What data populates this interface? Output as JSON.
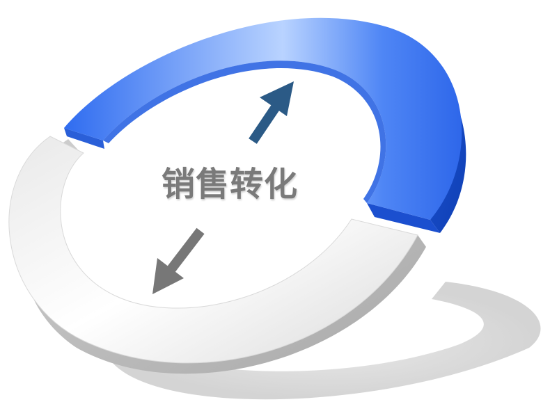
{
  "diagram": {
    "center_label": "销售转化",
    "arc_top": {
      "color": "#3a74ee",
      "highlight": "#b9d3ff",
      "meaning": ""
    },
    "arc_bottom": {
      "color": "#d6d6d6",
      "highlight": "#ffffff"
    },
    "arrow_up": {
      "color": "#2b5a86",
      "direction": "up-right"
    },
    "arrow_down": {
      "color": "#777777",
      "direction": "down-left"
    },
    "shadow_color": "#cfcfcf"
  }
}
